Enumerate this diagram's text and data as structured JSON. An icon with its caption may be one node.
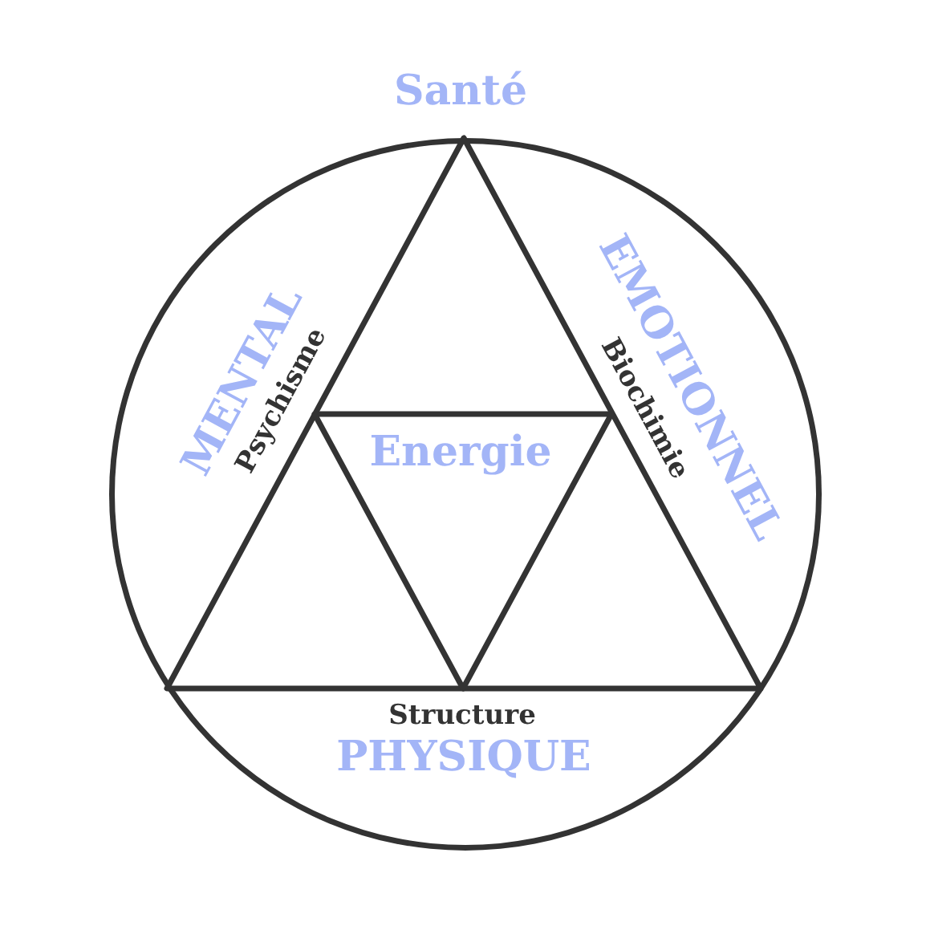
{
  "diagram": {
    "nodes": [
      {
        "text": [
          "Santé"
        ]
      },
      {
        "text": [
          "Energie"
        ],
        "in": 0
      }
    ],
    "labels": [
      "MENTAL",
      "Psychisme",
      "EMOTIONNEL",
      "Biochimie",
      "Structure",
      "PHYSIQUE"
    ]
  }
}
